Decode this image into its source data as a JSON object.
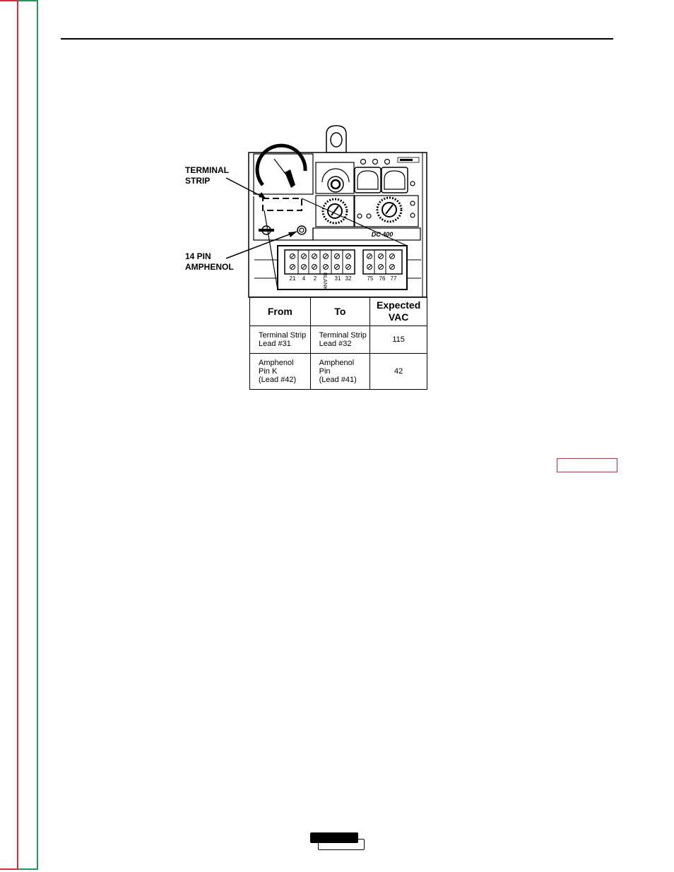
{
  "figure": {
    "callouts": {
      "terminal_strip": [
        "TERMINAL",
        "STRIP"
      ],
      "amphenol": [
        "14 PIN",
        "AMPHENOL"
      ]
    },
    "machine_model": "DC 400",
    "terminal_numbers": [
      "21",
      "4",
      "2",
      "BLANK",
      "31",
      "32",
      "75",
      "76",
      "77"
    ]
  },
  "table": {
    "headers": {
      "from": "From",
      "to": "To",
      "expected_line1": "Expected",
      "expected_line2": "VAC"
    },
    "rows": [
      {
        "from": [
          "Terminal Strip",
          "Lead #31"
        ],
        "to": [
          "Terminal Strip",
          "Lead #32"
        ],
        "vac": "115"
      },
      {
        "from": [
          "Amphenol",
          "Pin K",
          "(Lead #42)"
        ],
        "to": [
          "Amphenol",
          "Pin",
          "(Lead #41)"
        ],
        "vac": "42"
      }
    ]
  },
  "colors": {
    "red_border": "#e0283a",
    "green_border": "#1d9b5a"
  }
}
